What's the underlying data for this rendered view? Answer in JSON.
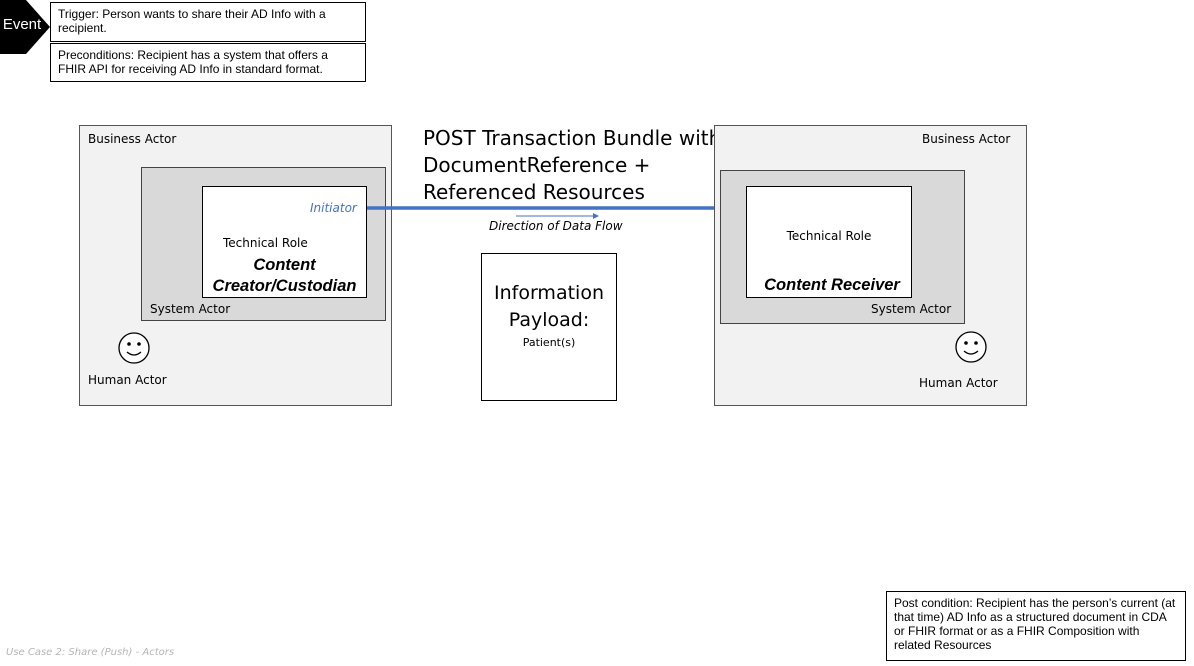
{
  "event": {
    "label": "Event",
    "trigger": "Trigger: Person wants to share their AD Info with a recipient.",
    "preconditions": "Preconditions: Recipient has a system that offers a FHIR API for receiving AD Info in standard format."
  },
  "left_actor": {
    "business_label": "Business Actor",
    "system_label": "System Actor",
    "technical_role_label": "Technical  Role",
    "role_line1": "Content",
    "role_line2": "Creator/Custodian",
    "initiator": "Initiator",
    "human_label": "Human Actor"
  },
  "right_actor": {
    "business_label": "Business Actor",
    "system_label": "System Actor",
    "technical_role_label": "Technical Role",
    "role": "Content Receiver",
    "human_label": "Human Actor"
  },
  "transaction": {
    "line1": "POST Transaction Bundle with",
    "line2": "DocumentReference +",
    "line3": "Referenced Resources",
    "direction": "Direction of Data Flow"
  },
  "payload": {
    "line1": "Information",
    "line2": "Payload:",
    "detail": "Patient(s)"
  },
  "postcondition": "Post condition: Recipient has the person’s current (at that time) AD Info as a structured document in CDA or FHIR format or as a FHIR Composition with related Resources",
  "footer": "Use Case 2: Share (Push) - Actors",
  "colors": {
    "flow_arrow": "#4472c4",
    "initiator_text": "#4472c4",
    "business_fill": "#f2f2f2",
    "system_fill": "#d9d9d9"
  }
}
